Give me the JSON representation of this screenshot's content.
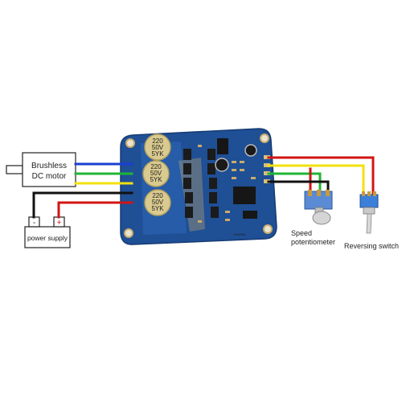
{
  "motor": {
    "line1": "Brushless",
    "line2": "DC motor"
  },
  "power_supply": {
    "label": "power supply",
    "minus": "-",
    "plus": "+"
  },
  "potentiometer": {
    "line1": "Speed",
    "line2": "potentiometer"
  },
  "switch": {
    "label": "Reversing switch"
  },
  "board": {
    "cap_text": [
      "220",
      "50V",
      "5YK"
    ],
    "model": "JSW80A"
  },
  "colors": {
    "board_blue": "#1f4f95",
    "board_light": "#2e6cbf",
    "gold": "#c8ab6a",
    "wire_blue": "#1a3fd1",
    "wire_green": "#1fb535",
    "wire_yellow": "#f2e10d",
    "wire_red": "#d11414",
    "wire_black": "#111111"
  }
}
